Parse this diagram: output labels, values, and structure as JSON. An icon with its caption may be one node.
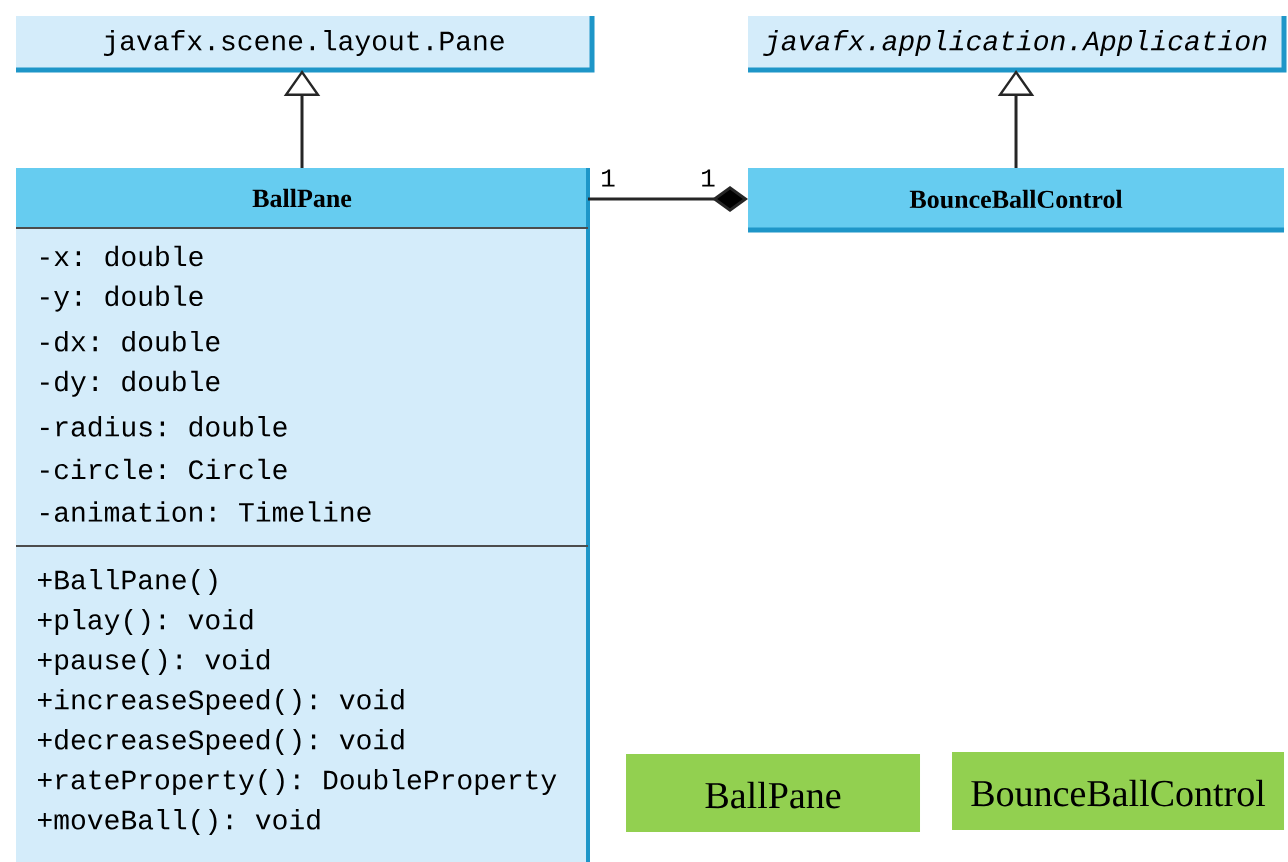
{
  "diagram": {
    "nodes": [
      {
        "text": [
          "javafx.scene.layout.Pane"
        ]
      },
      {
        "text": [
          "javafx.application.Application"
        ]
      },
      {
        "text": [
          "BallPane",
          "-x: double",
          "-y: double",
          "-dx: double",
          "-dy: double",
          "-radius: double",
          "-circle: Circle",
          "-animation: Timeline",
          "+BallPane()",
          "+play(): void",
          "+pause(): void",
          "+increaseSpeed(): void",
          "+decreaseSpeed(): void",
          "+rateProperty(): DoubleProperty",
          "+moveBall(): void"
        ]
      },
      {
        "text": [
          "BounceBallControl"
        ]
      },
      {
        "text": [
          "BallPane"
        ]
      },
      {
        "text": [
          "BounceBallControl"
        ]
      }
    ],
    "edges": [
      {
        "from": 2,
        "to": 0,
        "arrow": "to"
      },
      {
        "from": 3,
        "to": 1,
        "arrow": "to"
      },
      {
        "from": 2,
        "to": 3,
        "arrow": "other"
      }
    ],
    "labels": [
      "1",
      "1"
    ]
  }
}
